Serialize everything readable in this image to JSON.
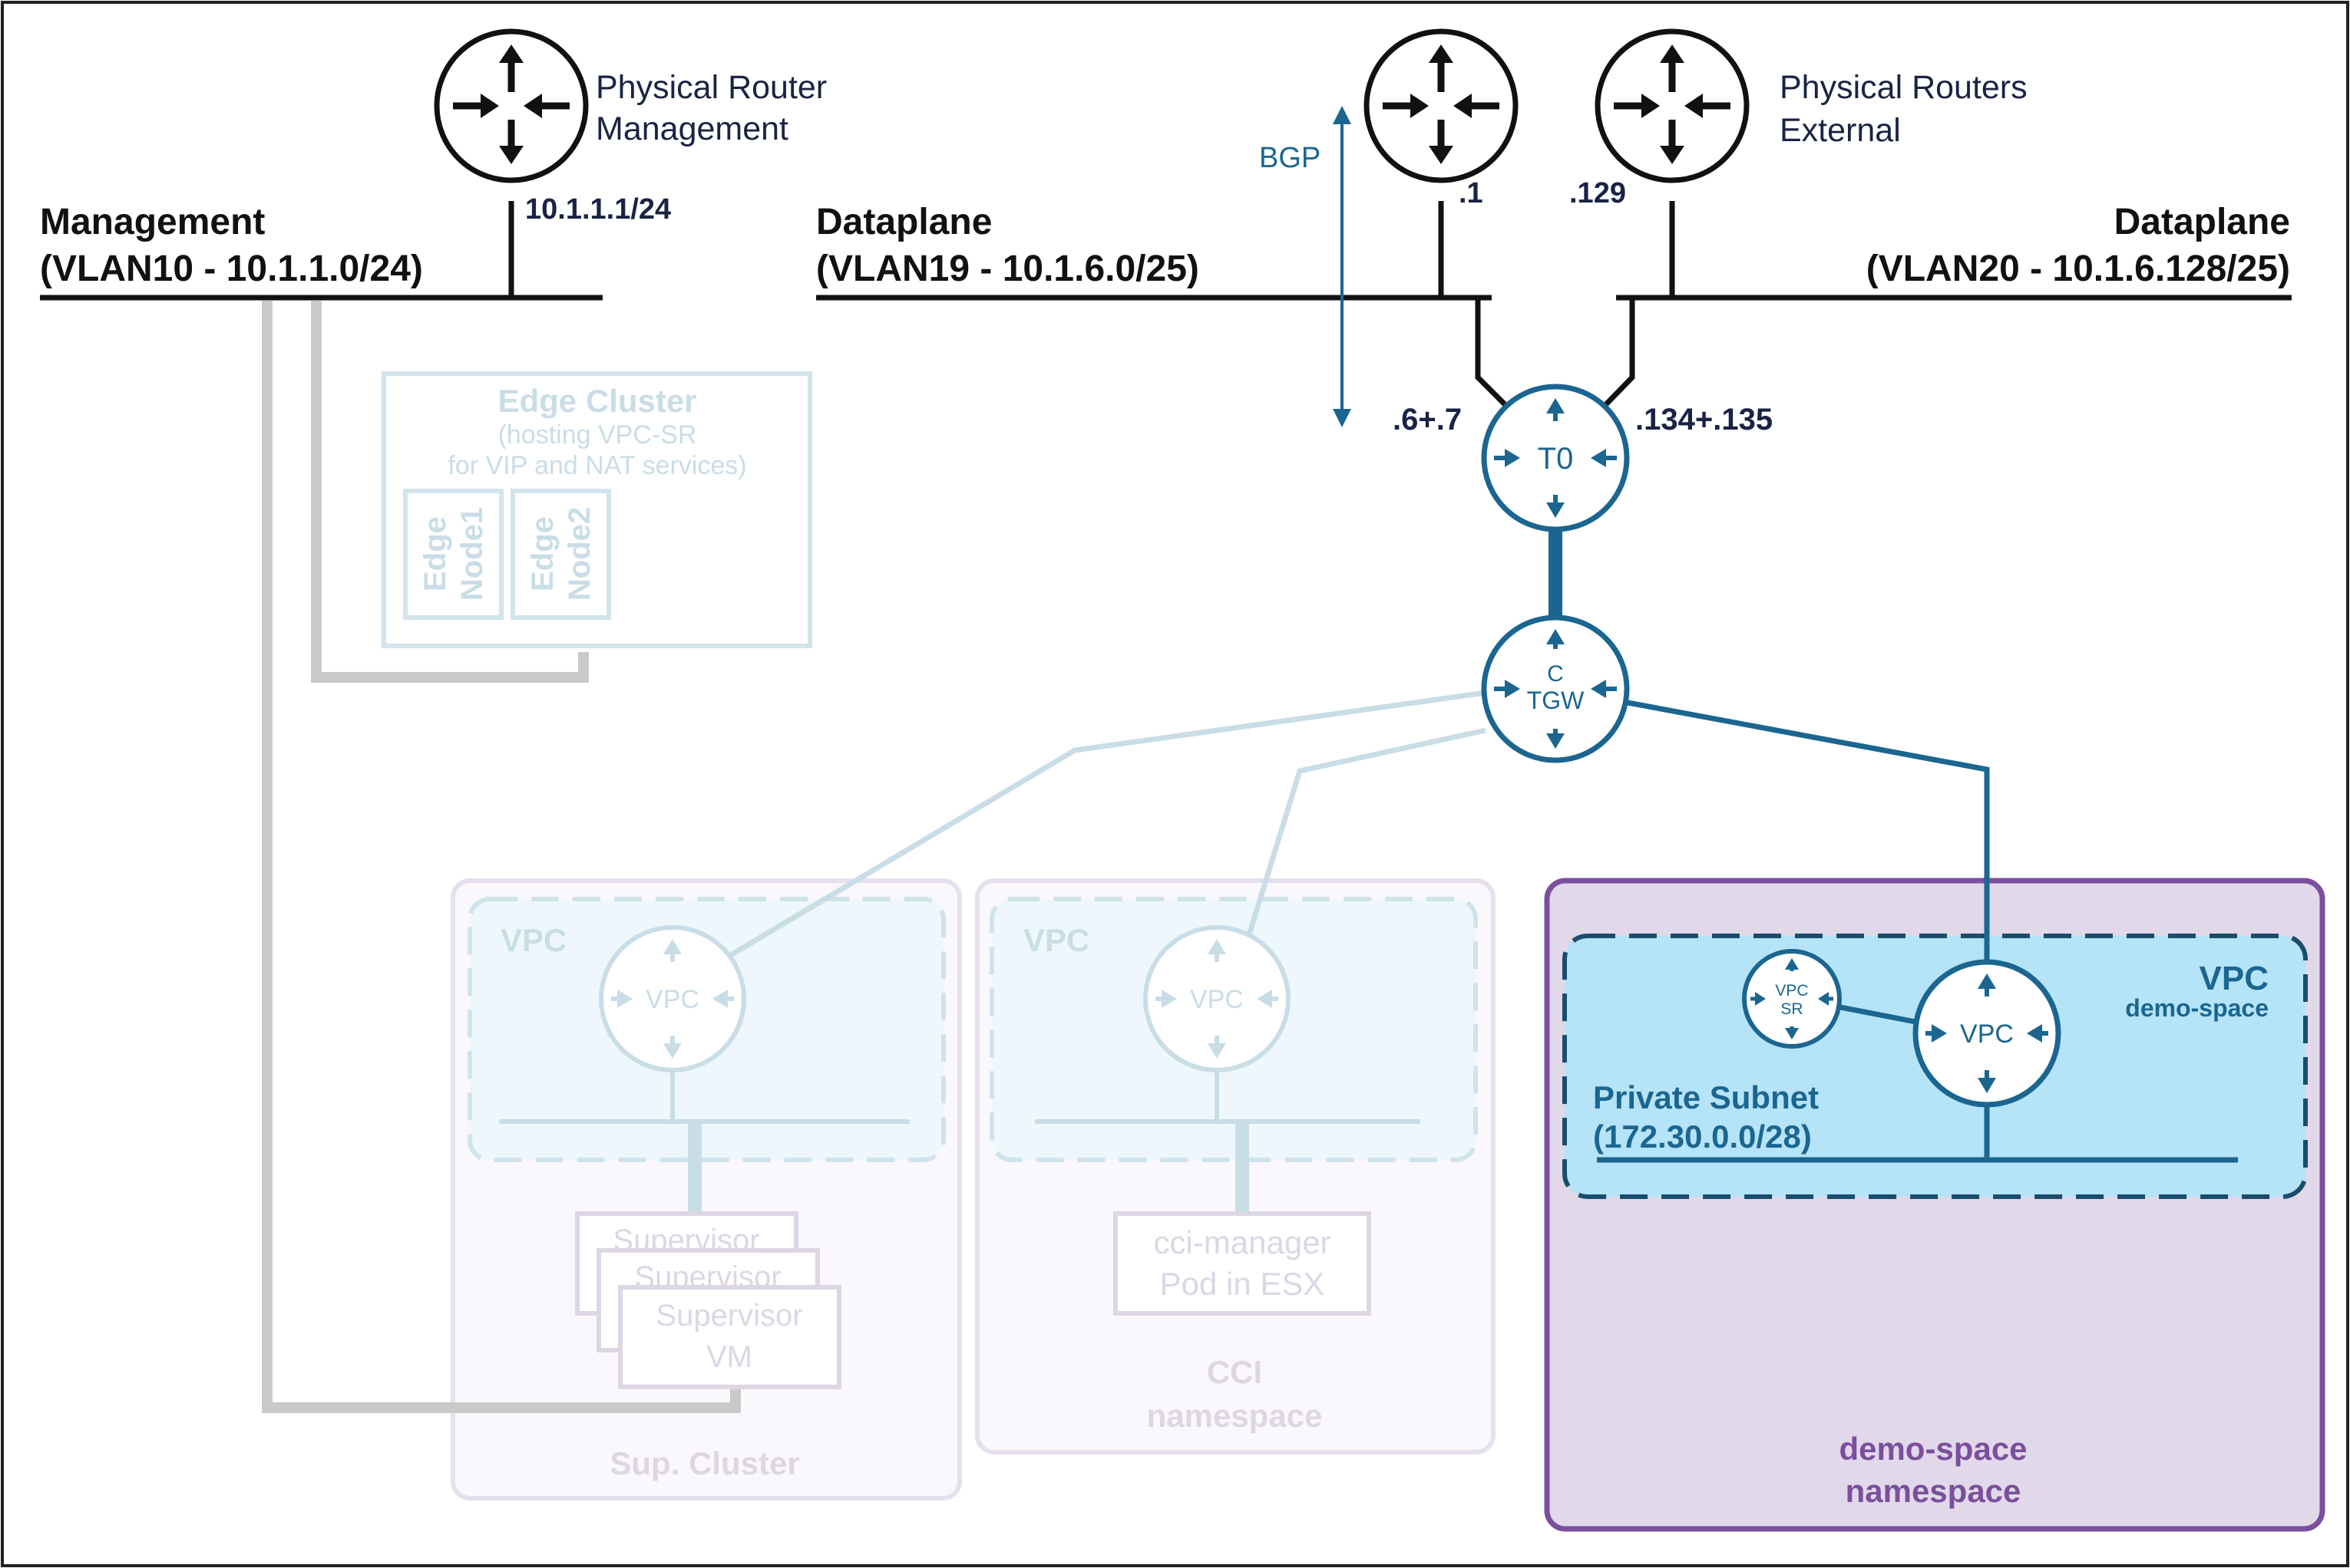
{
  "management": {
    "title": "Management",
    "vlan": "(VLAN10 - 10.1.1.0/24)",
    "router_label_line1": "Physical Router",
    "router_label_line2": "Management",
    "router_ip": "10.1.1.1/24"
  },
  "dataplane_left": {
    "title": "Dataplane",
    "vlan": "(VLAN19 - 10.1.6.0/25)",
    "router_ip": ".1",
    "bgp_label": "BGP"
  },
  "dataplane_right": {
    "title": "Dataplane",
    "vlan": "(VLAN20 - 10.1.6.128/25)",
    "router_label_line1": "Physical Routers",
    "router_label_line2": "External",
    "router_ip": ".129"
  },
  "t0": {
    "label": "T0",
    "left_ips": ".6+.7",
    "right_ips": ".134+.135"
  },
  "tgw": {
    "label_line1": "C",
    "label_line2": "TGW"
  },
  "edge_cluster": {
    "title": "Edge Cluster",
    "subtitle_line1": "(hosting VPC-SR",
    "subtitle_line2": "for VIP and NAT services)",
    "nodes": [
      {
        "line1": "Edge",
        "line2": "Node1"
      },
      {
        "line1": "Edge",
        "line2": "Node2"
      }
    ]
  },
  "sup_cluster": {
    "vpc_label": "VPC",
    "router_label": "VPC",
    "supervisor_back1": "Supervisor",
    "supervisor_back2": "Supervisor",
    "supervisor_front_line1": "Supervisor",
    "supervisor_front_line2": "VM",
    "cluster_label": "Sup. Cluster"
  },
  "cci": {
    "vpc_label": "VPC",
    "router_label": "VPC",
    "pod_line1": "cci-manager",
    "pod_line2": "Pod in ESX",
    "ns_line1": "CCI",
    "ns_line2": "namespace"
  },
  "demo_space": {
    "vpc_label": "VPC",
    "vpc_sublabel": "demo-space",
    "router_label": "VPC",
    "sr_line1": "VPC",
    "sr_line2": "SR",
    "subnet_line1": "Private Subnet",
    "subnet_line2": "(172.30.0.0/28)",
    "ns_line1": "demo-space",
    "ns_line2": "namespace"
  },
  "colors": {
    "accent_blue": "#1b6690",
    "faded_blue": "#c9dde7",
    "faded_gray": "#ddd6e4",
    "purple": "#7a4f9c",
    "vpc_fill": "#b5e3f7",
    "namespace_fill": "#e1d8ea",
    "gray_line": "#c9c9c9"
  }
}
